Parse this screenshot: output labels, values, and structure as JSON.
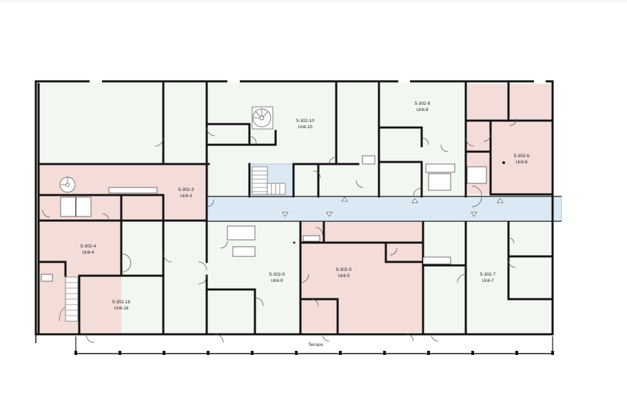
{
  "units": [
    {
      "id": "unit-10",
      "number": "5-302-10",
      "name": "Unit-10"
    },
    {
      "id": "unit-8",
      "number": "5-302-8",
      "name": "Unit-8"
    },
    {
      "id": "unit-6",
      "number": "5-302-6",
      "name": "Unit-6"
    },
    {
      "id": "unit-3",
      "number": "5-302-3",
      "name": "Unit-3"
    },
    {
      "id": "unit-4",
      "number": "5-302-4",
      "name": "Unit-4"
    },
    {
      "id": "unit-9",
      "number": "5-302-9",
      "name": "Unit-9"
    },
    {
      "id": "unit-5",
      "number": "5-302-5",
      "name": "Unit-5"
    },
    {
      "id": "unit-7",
      "number": "5-302-7",
      "name": "Unit-7"
    },
    {
      "id": "unit-18",
      "number": "5-302-18",
      "name": "Unit-18"
    }
  ],
  "terrace_label": "Terrace",
  "colors": {
    "wall": "#111111",
    "room_fill": "#f3f7f2",
    "highlight_pink": "#f4dcd8",
    "corridor_blue": "#dbe9f4",
    "background": "#ffffff"
  }
}
